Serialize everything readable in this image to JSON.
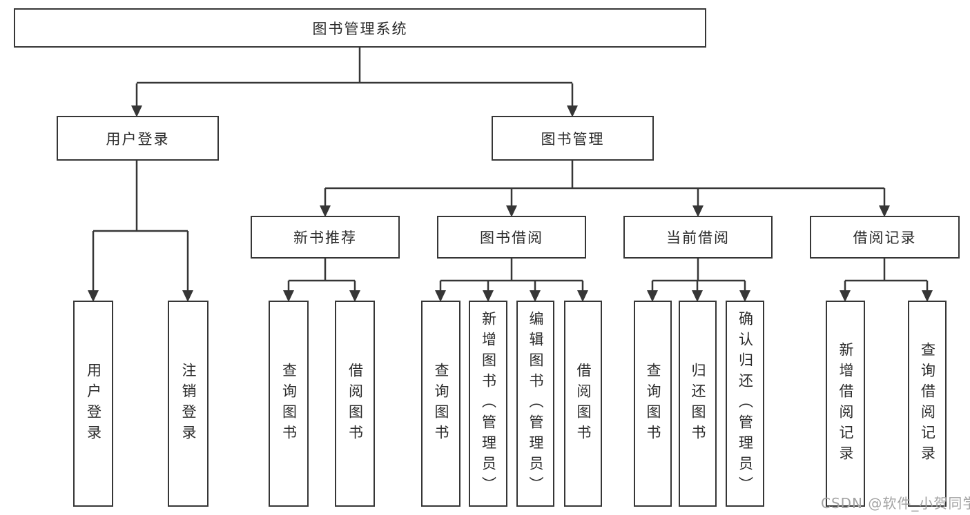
{
  "tree": {
    "label": "图书管理系统",
    "children": [
      {
        "label": "用户登录",
        "children": [
          {
            "label": "用户登录"
          },
          {
            "label": "注销登录"
          }
        ]
      },
      {
        "label": "图书管理",
        "children": [
          {
            "label": "新书推荐",
            "children": [
              {
                "label": "查询图书"
              },
              {
                "label": "借阅图书"
              }
            ]
          },
          {
            "label": "图书借阅",
            "children": [
              {
                "label": "查询图书"
              },
              {
                "label": "新增图书（管理员）"
              },
              {
                "label": "编辑图书（管理员）"
              },
              {
                "label": "借阅图书"
              }
            ]
          },
          {
            "label": "当前借阅",
            "children": [
              {
                "label": "查询图书"
              },
              {
                "label": "归还图书"
              },
              {
                "label": "确认归还（管理员）"
              }
            ]
          },
          {
            "label": "借阅记录",
            "children": [
              {
                "label": "新增借阅记录"
              },
              {
                "label": "查询借阅记录"
              }
            ]
          }
        ]
      }
    ]
  },
  "watermark": {
    "text": "CSDN @软件_小贺同学"
  },
  "colors": {
    "line": "#363636",
    "box_border": "#363636",
    "text": "#2b2b2b",
    "watermark": "#a2a2a2",
    "background": "#ffffff"
  }
}
